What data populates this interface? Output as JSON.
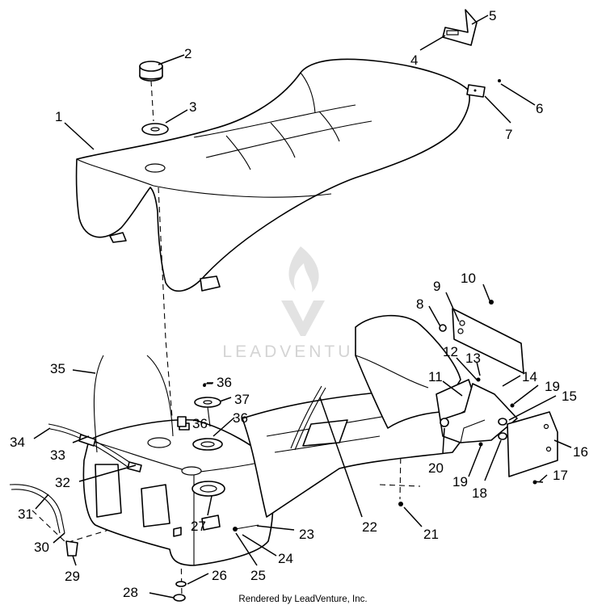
{
  "watermark": {
    "text": "LEADVENTURE"
  },
  "footer": {
    "text": "Rendered by LeadVenture, Inc."
  },
  "callouts": [
    "1",
    "2",
    "3",
    "4",
    "5",
    "6",
    "7",
    "8",
    "9",
    "10",
    "11",
    "12",
    "13",
    "14",
    "15",
    "16",
    "17",
    "18",
    "19",
    "19",
    "20",
    "21",
    "22",
    "23",
    "24",
    "25",
    "26",
    "27",
    "28",
    "29",
    "30",
    "31",
    "32",
    "33",
    "34",
    "35",
    "36",
    "36",
    "36",
    "37"
  ]
}
